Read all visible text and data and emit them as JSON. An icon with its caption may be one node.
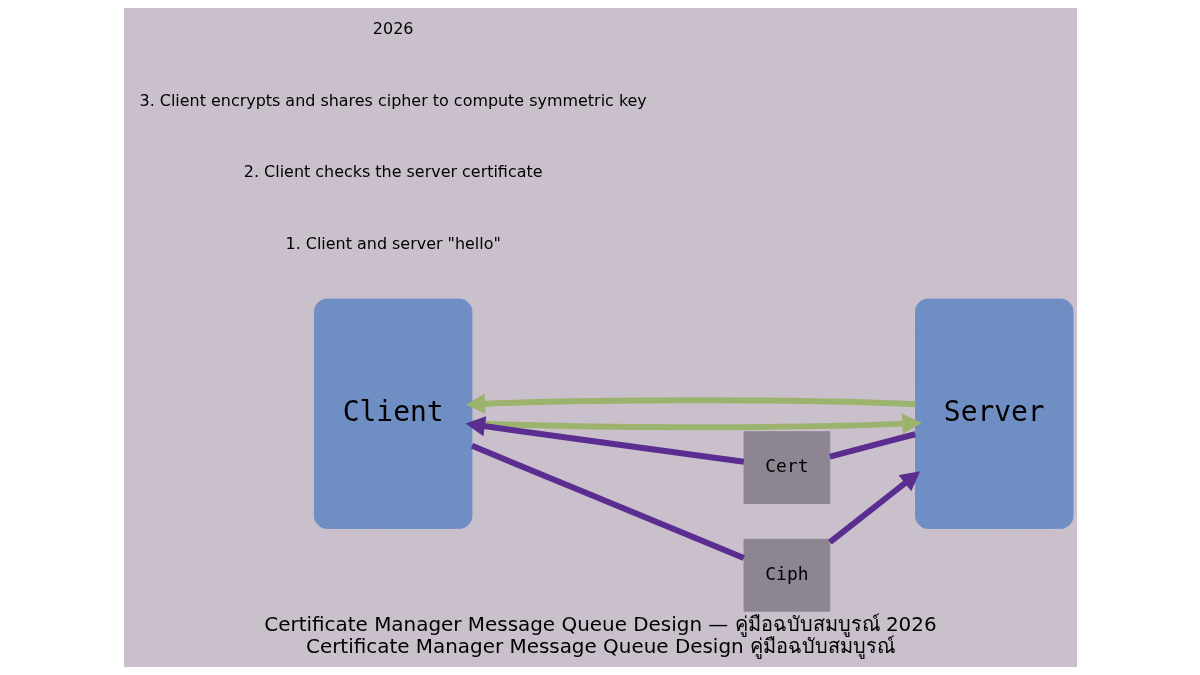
{
  "diagram": {
    "title": "Certificate Manager Message Queue Design — คู่มือฉบับสมบูรณ์ 2026",
    "caption": "Certificate Manager Message Queue Design คู่มือฉบับสมบูรณ์",
    "nodes": [
      {
        "text": [
          "Client"
        ]
      },
      {
        "text": [
          "Server"
        ]
      },
      {
        "text": [
          "Cert"
        ]
      },
      {
        "text": [
          "Ciph"
        ]
      }
    ],
    "edges": [
      {
        "from": 0,
        "to": 1,
        "arrow": "to",
        "color": "#9cb36e"
      },
      {
        "from": 1,
        "to": 0,
        "arrow": "to",
        "color": "#9cb36e"
      },
      {
        "from": 1,
        "to": 2,
        "arrow": "none"
      },
      {
        "from": 2,
        "to": 0,
        "arrow": "to"
      },
      {
        "from": 0,
        "to": 3,
        "arrow": "none"
      },
      {
        "from": 3,
        "to": 1,
        "arrow": "to"
      }
    ],
    "labels": [
      "1. Client and server \"hello\"",
      "2. Client checks the server certificate",
      "3. Client encrypts and shares cipher to compute symmetric key",
      "2026"
    ]
  }
}
